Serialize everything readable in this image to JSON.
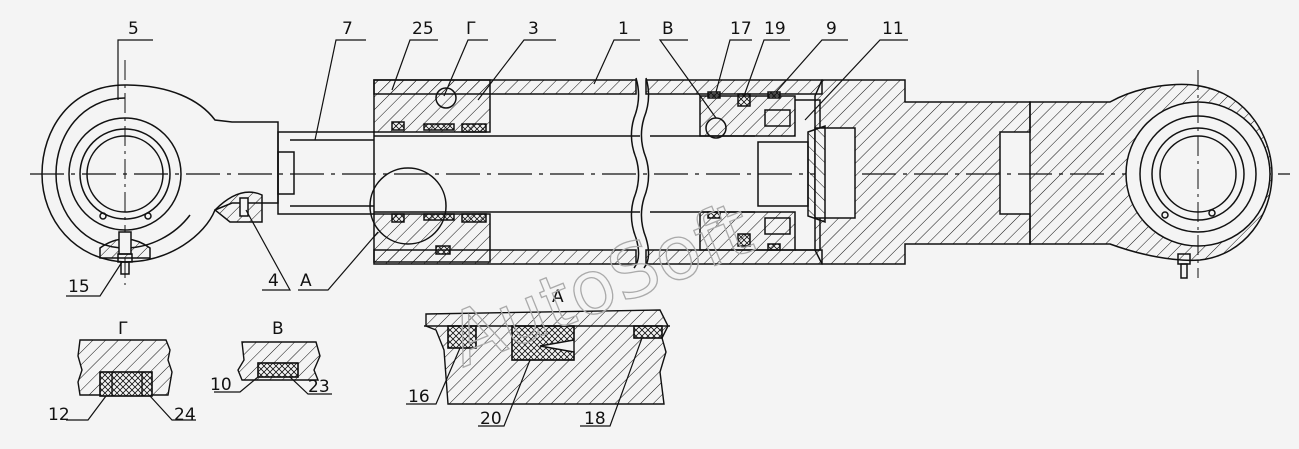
{
  "labels": {
    "n5": "5",
    "n7": "7",
    "n25": "25",
    "g": "Г",
    "n3": "3",
    "n1": "1",
    "v": "В",
    "n17": "17",
    "n19": "19",
    "n9": "9",
    "n11": "11",
    "n15": "15",
    "n4": "4",
    "a": "А",
    "detail_g": "Г",
    "n12": "12",
    "n24": "24",
    "detail_v": "В",
    "n10": "10",
    "n23": "23",
    "detail_a": "А",
    "n16": "16",
    "n20": "20",
    "n18": "18"
  },
  "watermark": "AutoSoft",
  "colors": {
    "line": "#111111",
    "background": "#f4f4f4",
    "watermark": "#aaaaaa"
  }
}
